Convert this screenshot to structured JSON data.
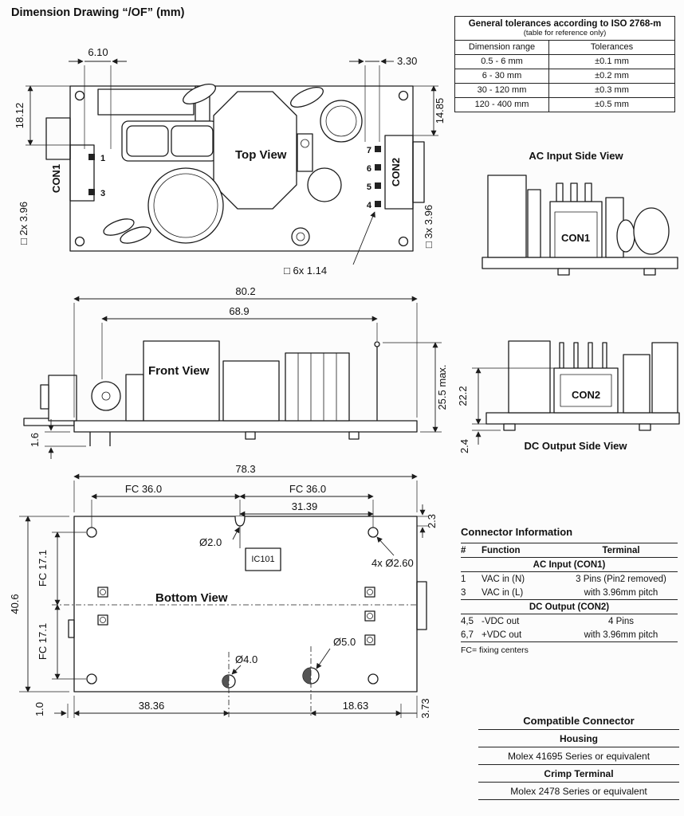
{
  "page": {
    "title": "Dimension Drawing “/OF” (mm)"
  },
  "tolerances": {
    "title": "General tolerances according to ISO 2768-m",
    "subtitle": "(table for reference only)",
    "col_range": "Dimension range",
    "col_tol": "Tolerances",
    "rows": [
      {
        "range": "0.5 - 6 mm",
        "tol": "±0.1 mm"
      },
      {
        "range": "6 - 30 mm",
        "tol": "±0.2 mm"
      },
      {
        "range": "30 - 120 mm",
        "tol": "±0.3 mm"
      },
      {
        "range": "120 - 400 mm",
        "tol": "±0.5 mm"
      }
    ]
  },
  "top_view": {
    "label": "Top View",
    "con1": "CON1",
    "con2": "CON2",
    "pin1": "1",
    "pin3": "3",
    "pin7": "7",
    "pin6": "6",
    "pin5": "5",
    "pin4": "4",
    "dim_6_10": "6.10",
    "dim_3_30": "3.30",
    "dim_18_12": "18.12",
    "dim_14_85": "14.85",
    "dim_2x": "□ 2x 3.96",
    "dim_3x": "□ 3x 3.96",
    "dim_6x": "□ 6x 1.14"
  },
  "front_view": {
    "label": "Front View",
    "dim_80_2": "80.2",
    "dim_68_9": "68.9",
    "dim_25_5": "25.5 max.",
    "dim_1_6": "1.6"
  },
  "ac_view": {
    "title": "AC Input Side View",
    "con1": "CON1"
  },
  "dc_view": {
    "title": "DC Output Side View",
    "con2": "CON2",
    "dim_22_2": "22.2",
    "dim_2_4": "2.4"
  },
  "bottom_view": {
    "label": "Bottom View",
    "ic": "IC101",
    "dim_78_3": "78.3",
    "dim_fc36_l": "FC 36.0",
    "dim_fc36_r": "FC 36.0",
    "dim_31_39": "31.39",
    "dim_2_3": "2.3",
    "dim_o2": "Ø2.0",
    "dim_4xo26": "4x Ø2.60",
    "dim_fc171_a": "FC 17.1",
    "dim_fc171_b": "FC 17.1",
    "dim_40_6": "40.6",
    "dim_o5": "Ø5.0",
    "dim_o4": "Ø4.0",
    "dim_1_0": "1.0",
    "dim_38_36": "38.36",
    "dim_18_63": "18.63",
    "dim_3_73": "3.73"
  },
  "connector_info": {
    "title": "Connector Information",
    "col_num": "#",
    "col_func": "Function",
    "col_term": "Terminal",
    "ac_header": "AC Input (CON1)",
    "rows_ac": [
      {
        "num": "1",
        "func": "VAC in (N)",
        "term": "3 Pins (Pin2 removed)"
      },
      {
        "num": "3",
        "func": "VAC in (L)",
        "term": "with 3.96mm pitch"
      }
    ],
    "dc_header": "DC Output (CON2)",
    "rows_dc": [
      {
        "num": "4,5",
        "func": "-VDC out",
        "term": "4 Pins"
      },
      {
        "num": "6,7",
        "func": "+VDC out",
        "term": "with 3.96mm pitch"
      }
    ],
    "note": "FC= fixing centers"
  },
  "compatible": {
    "title": "Compatible Connector",
    "housing_label": "Housing",
    "housing_value": "Molex 41695 Series or equivalent",
    "crimp_label": "Crimp Terminal",
    "crimp_value": "Molex 2478 Series or equivalent"
  }
}
